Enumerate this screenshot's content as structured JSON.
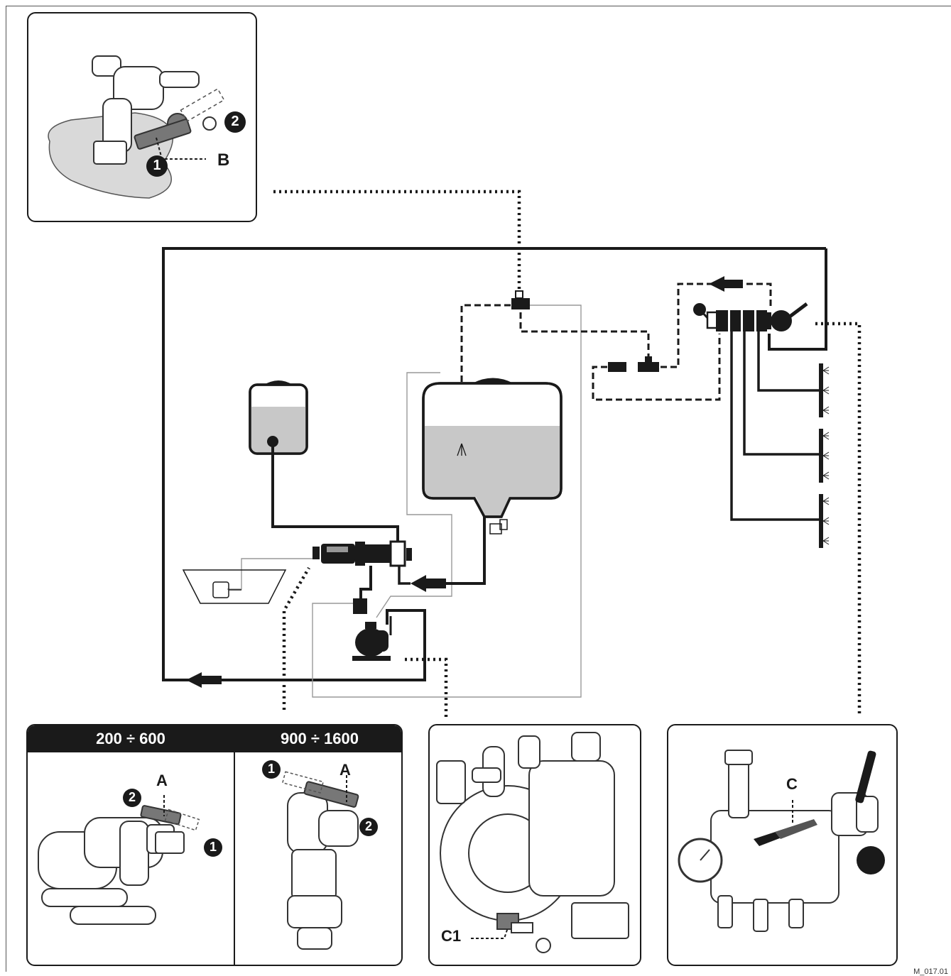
{
  "figure": {
    "reference_code": "M_017.01",
    "colors": {
      "line": "#1a1a1a",
      "liquid": "#c8c8c8",
      "thin_line": "#999999",
      "header_bg": "#1a1a1a"
    }
  },
  "callouts": {
    "top_left": {
      "markers": [
        "1",
        "2"
      ],
      "letter": "B"
    },
    "bottom_filter": {
      "header_left": "200 ÷ 600",
      "header_right": "900 ÷ 1600",
      "left_markers": [
        "2",
        "1"
      ],
      "left_letter": "A",
      "right_markers": [
        "1",
        "2"
      ],
      "right_letter": "A"
    },
    "bottom_pump": {
      "letter": "C1"
    },
    "bottom_valve": {
      "letter": "C"
    }
  },
  "icons": {
    "flow_arrows": [
      "arrow-left-icon",
      "arrow-left-icon",
      "arrow-left-icon"
    ],
    "pressure_gauge": "gauge-icon",
    "nozzle": "spray-nozzle-icon"
  }
}
